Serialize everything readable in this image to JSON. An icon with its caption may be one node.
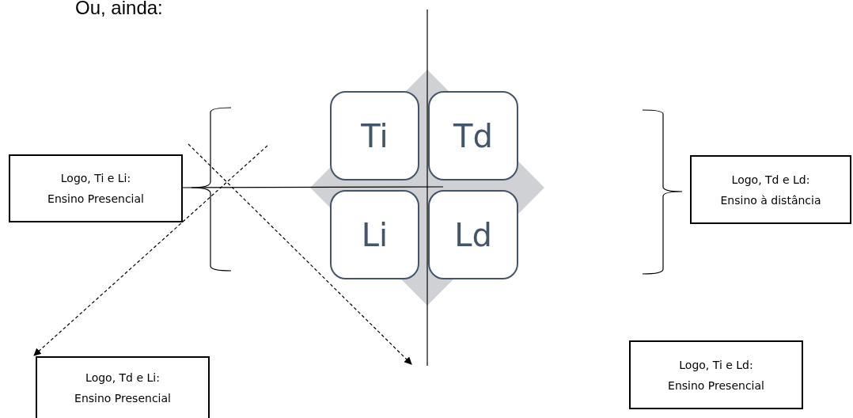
{
  "diagram": {
    "nodes": [
      {
        "text": [
          "Ti"
        ]
      },
      {
        "text": [
          "Td"
        ]
      },
      {
        "text": [
          "Li"
        ]
      },
      {
        "text": [
          "Ld"
        ]
      },
      {
        "text": [
          "Logo, Ti e Li:",
          "Ensino Presencial"
        ]
      },
      {
        "text": [
          "Logo, Td e Ld:",
          "Ensino à distância"
        ]
      },
      {
        "text": [
          "Logo, Td e Li:",
          "Ensino Presencial"
        ]
      },
      {
        "text": [
          "Logo, Ti e Ld:",
          "Ensino Presencial"
        ]
      }
    ],
    "edges": [
      {
        "from": null,
        "to": 6,
        "arrow": "to",
        "style": "dashed"
      }
    ],
    "labels": [
      "Ou, ainda:"
    ]
  }
}
